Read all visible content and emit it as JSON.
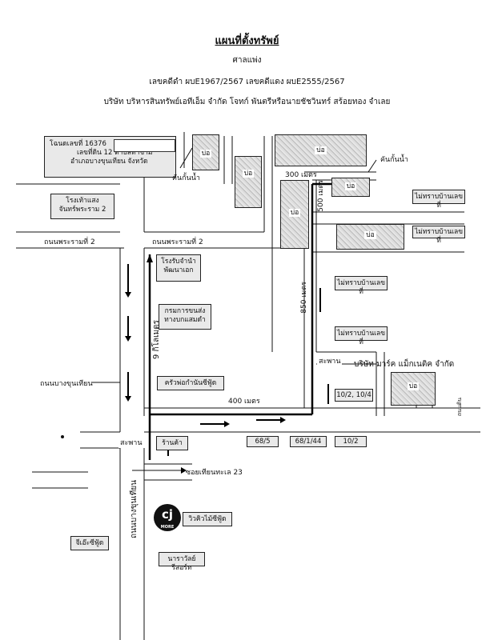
{
  "header": {
    "title": "แผนที่ตั้งทรัพย์",
    "court": "ศาลแพ่ง",
    "case_numbers": "เลขคดีดำ  ผบE1967/2567  เลขคดีแดง  ผบE2555/2567",
    "parties": "บริษัท  บริหารสินทรัพย์เอทีเอ็ม  จำกัด  โจทก์  พันตรีหรือนายชัชวินทร์  สร้อยทอง  จำเลย"
  },
  "map": {
    "deed_box": {
      "line1": "โฉนดเลขที่  16376",
      "line2": "เลขที่ดิน  12  ตำบลท่าข้าม",
      "line3": "อำเภอบางขุนเทียน  จังหวัด"
    },
    "pond_labels": [
      "บ่อ",
      "บ่อ",
      "บ่อ",
      "บ่อ",
      "บ่อ",
      "บ่อ",
      "บ่อ"
    ],
    "dike_labels": [
      "คันกั้นน้ำ",
      "คันกั้นน้ำ"
    ],
    "distances": {
      "d300": "300 เมตร",
      "d500": "500 เมตร",
      "d850": "850 เมตร",
      "d9km": "9 กิโลเมตร",
      "d400": "400 เมตร"
    },
    "places": {
      "factory_shrimp": "โรงเท้าแสง\nจันทร์พระราม 2",
      "garage": "โรงรับจำนำ\nพัฒนาเอก",
      "transport_dept": "กรมการขนส่ง\nทางบกแสมดำ",
      "kitchen": "ครัวพ่อกำนันซีฟู้ด",
      "shop": "ร้านค้า",
      "cj_logo_sub": "MORE",
      "chicken": "จีเอ๊ะซีฟู้ด",
      "seafood": "วิวคิวไม้ซีฟู้ด",
      "narawan": "นาราวัลย์รีสอร์ท",
      "company": "บริษัท  มาร์ค  แม็กเนติค  จำกัด"
    },
    "houses": {
      "h1": "ไม่ทราบบ้านเลขที่",
      "h2": "ไม่ทราบบ้านเลขที่",
      "h3": "ไม่ทราบบ้านเลขที่",
      "h4": "ไม่ทราบบ้านเลขที่",
      "h68_5": "68/5",
      "h68_1_44": "68/1/44",
      "h10_2": "10/2",
      "h10_2_10_4": "10/2, 10/4"
    },
    "roads": {
      "rama2_left": "ถนนพระรามที่ 2",
      "rama2_right": "ถนนพระรามที่ 2",
      "bangkhunthian": "ถนนบางขุนเทียน",
      "bangkhunthian_vertical": "ถนนบางขุนเทียน",
      "soi": "ซอยเทียนทะเล 23",
      "bridge1": "สะพาน",
      "bridge2": "สะพาน",
      "road_small": "ถนนดิน"
    },
    "cj_logo_text": "cj"
  }
}
